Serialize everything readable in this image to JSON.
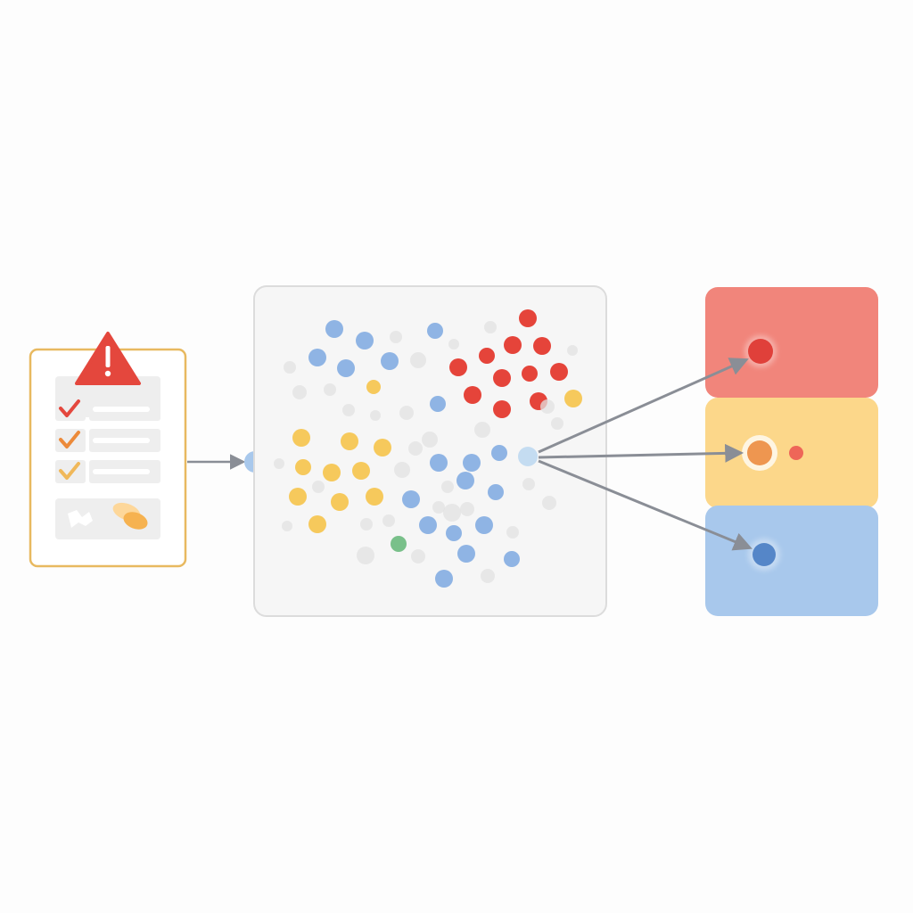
{
  "diagram": {
    "checklist_card": {
      "icon": "clipboard-checklist-icon",
      "warning_icon": "warning-triangle-icon",
      "check_colors": [
        "#e4473d",
        "#ec8a3a",
        "#f0b85a"
      ],
      "border_color": "#e8b960"
    },
    "cluster_panel": {
      "icon": "scatter-cluster-icon",
      "point_groups": {
        "blue": "#8fb4e4",
        "red": "#e5443a",
        "yellow": "#f6c95c",
        "gray": "#e2e2e2",
        "green": "#79c08a"
      }
    },
    "outcome_blocks": [
      {
        "name": "red-block",
        "color": "#f1857b",
        "dot_color": "#e0403a"
      },
      {
        "name": "yellow-block",
        "color": "#fcd78a",
        "dot_color": "#ee9650"
      },
      {
        "name": "blue-block",
        "color": "#a8c8ec",
        "dot_color": "#5586c8"
      }
    ],
    "connector_color": "#8a8e96"
  }
}
